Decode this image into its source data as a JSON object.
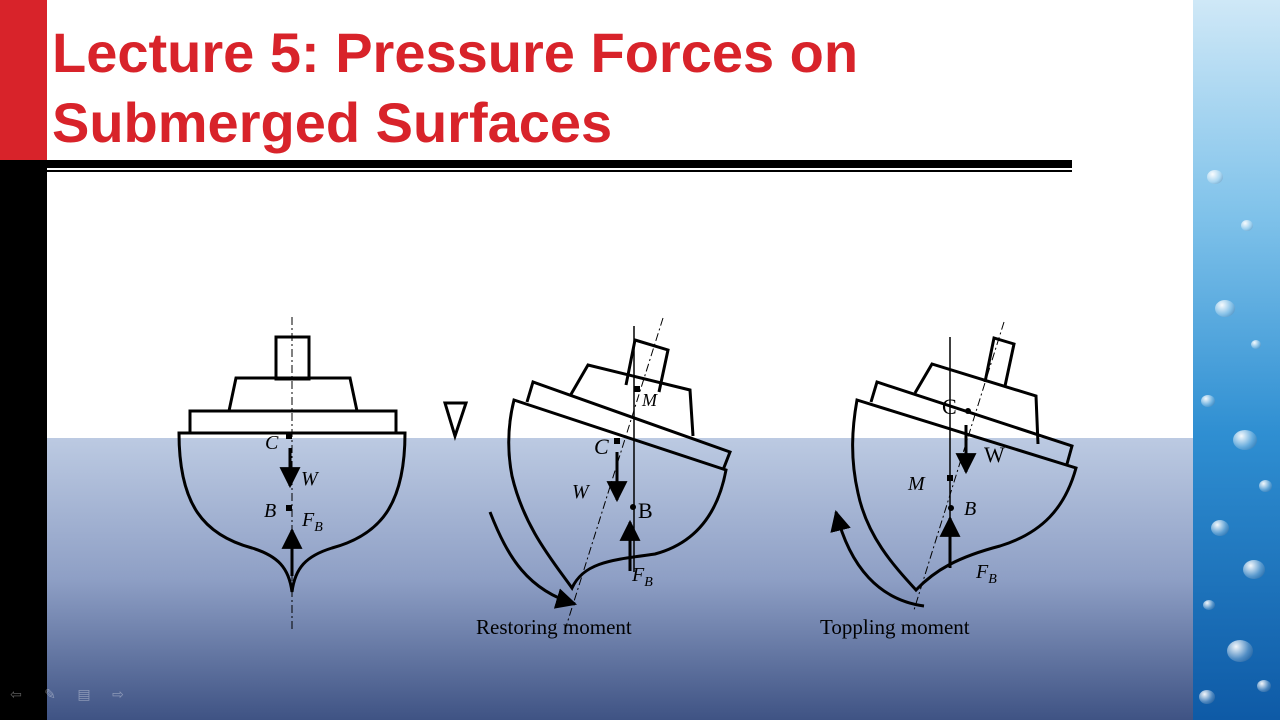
{
  "title": {
    "line1": "Lecture 5: Pressure Forces on",
    "line2": "Submerged Surfaces"
  },
  "diagram": {
    "ship1": {
      "c": "C",
      "w": "W",
      "b": "B",
      "fb": "F",
      "fb_sub": "B"
    },
    "ship2": {
      "m": "M",
      "c": "C",
      "w": "W",
      "b": "B",
      "fb": "F",
      "fb_sub": "B",
      "caption": "Restoring moment"
    },
    "ship3": {
      "c": "C",
      "w": "W",
      "m": "M",
      "b": "B",
      "fb": "F",
      "fb_sub": "B",
      "caption": "Toppling moment"
    }
  },
  "colors": {
    "title": "#d8232a",
    "accent_block": "#d8232a",
    "water_top": "#bccae2",
    "water_bottom": "#3f5384"
  },
  "icons": [
    "water-surface-triangle-icon",
    "nav-back-icon",
    "nav-pen-icon",
    "nav-slides-icon",
    "nav-forward-icon"
  ]
}
